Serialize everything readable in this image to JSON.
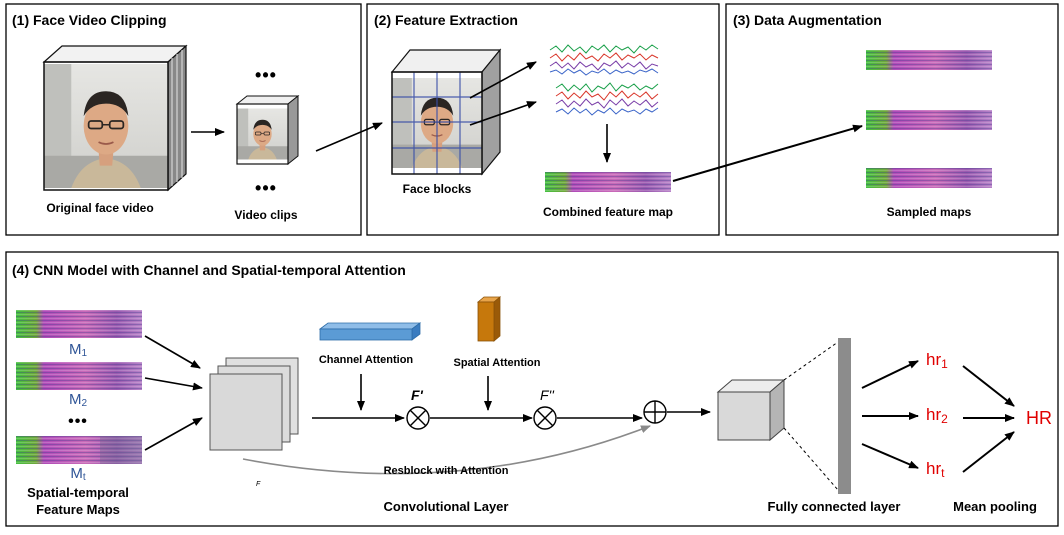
{
  "panels": {
    "p1": {
      "title": "(1) Face Video Clipping",
      "label_original": "Original face video",
      "label_clips": "Video clips",
      "dots": "•••"
    },
    "p2": {
      "title": "(2) Feature Extraction",
      "label_blocks": "Face blocks",
      "label_combined": "Combined feature map"
    },
    "p3": {
      "title": "(3) Data Augmentation",
      "label_sampled": "Sampled maps"
    },
    "p4": {
      "title": "(4) CNN Model with Channel and Spatial-temporal Attention",
      "map1": "M",
      "map1_sub": "1",
      "map2": "M",
      "map2_sub": "2",
      "map_ellipsis": "•••",
      "map3": "M",
      "map3_sub": "t",
      "label_maps_line1": "Spatial-temporal",
      "label_maps_line2": "Feature Maps",
      "channel_attention": "Channel Attention",
      "spatial_attention": "Spatial Attention",
      "f_prime": "F'",
      "f_double_prime": "F''",
      "f_small": "F",
      "resblock": "Resblock with Attention",
      "conv_layer": "Convolutional  Layer",
      "fc_layer": "Fully connected layer",
      "mean_pooling": "Mean pooling",
      "hr1": "hr",
      "hr1_sub": "1",
      "hr2": "hr",
      "hr2_sub": "2",
      "hrt": "hr",
      "hrt_sub": "t",
      "hr_out": "HR"
    }
  },
  "colors": {
    "border": "#000000",
    "channel_attention_box": "#5b9bd5",
    "spatial_attention_box": "#c6780c",
    "output_text": "#e00000",
    "map_label": "#2f5597",
    "layer_fill": "#d9d9d9",
    "fc_bar": "#8c8c8c"
  }
}
